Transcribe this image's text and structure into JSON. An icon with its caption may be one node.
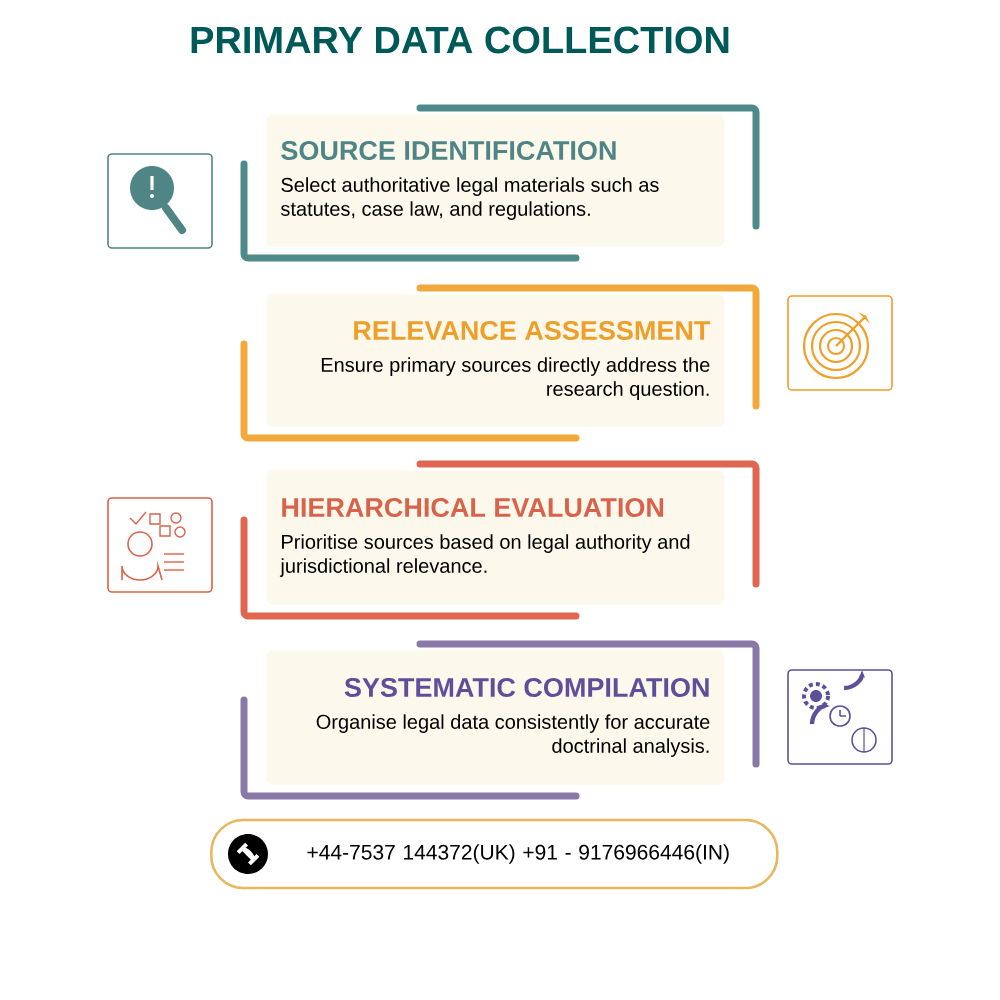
{
  "diagram": {
    "title": "PRIMARY DATA COLLECTION",
    "nodes": [
      {
        "text": [
          "SOURCE IDENTIFICATION",
          "Select authoritative legal materials such as statutes, case law, and regulations."
        ]
      },
      {
        "text": [
          "RELEVANCE ASSESSMENT",
          "Ensure primary sources directly address the research question."
        ]
      },
      {
        "text": [
          "HIERARCHICAL EVALUATION",
          "Prioritise sources based on legal authority and jurisdictional relevance."
        ]
      },
      {
        "text": [
          "SYSTEMATIC COMPILATION",
          "Organise legal data consistently for accurate doctrinal analysis."
        ]
      },
      {
        "text": [
          "+44-7537 144372(UK) +91 - 9176966446(IN)"
        ]
      }
    ]
  }
}
